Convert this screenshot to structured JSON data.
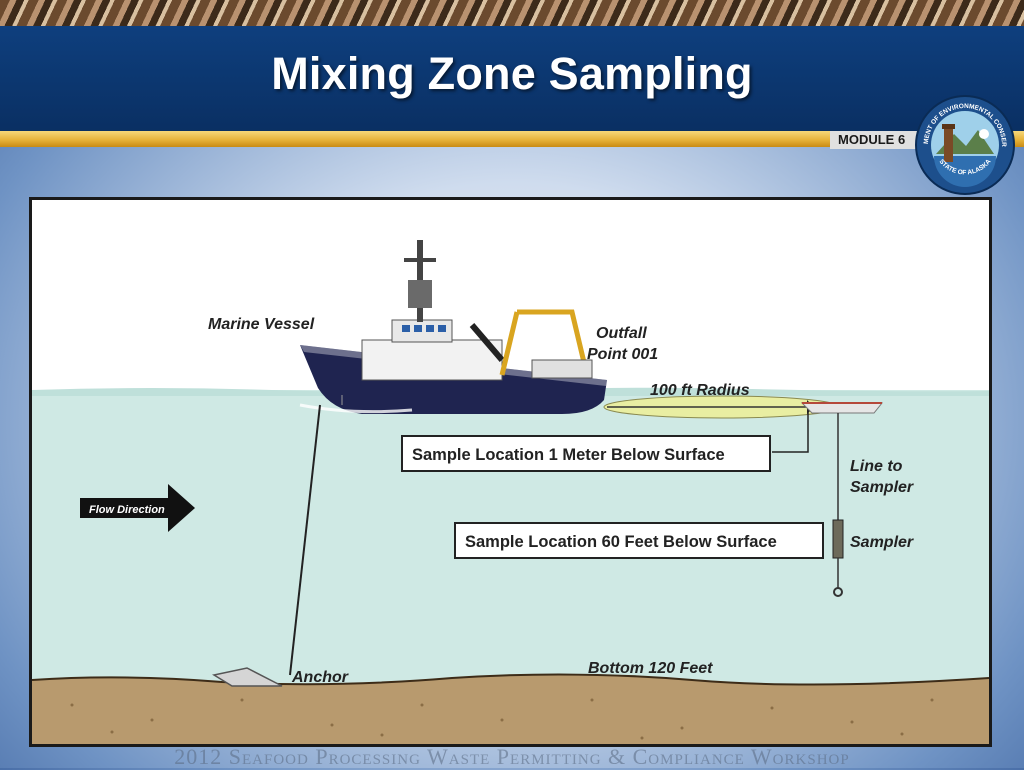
{
  "header": {
    "title": "Mixing Zone Sampling",
    "module_label": "MODULE 6"
  },
  "seal": {
    "ring_text": "DEPARTMENT OF ENVIRONMENTAL CONSERVATION",
    "bottom_text": "STATE OF ALASKA"
  },
  "diagram": {
    "labels": {
      "marine_vessel": "Marine Vessel",
      "outfall_line1": "Outfall",
      "outfall_line2": "Point 001",
      "radius": "100 ft Radius",
      "sample_1m": "Sample Location 1 Meter Below Surface",
      "sample_60ft": "Sample Location 60 Feet Below Surface",
      "line_to_line1": "Line to",
      "line_to_line2": "Sampler",
      "sampler": "Sampler",
      "flow_direction": "Flow Direction",
      "anchor": "Anchor",
      "bottom": "Bottom 120 Feet"
    },
    "colors": {
      "water": "#cfe9e4",
      "seabed": "#b89a6e",
      "hull": "#1f2450",
      "radius_zone": "#e9eea2"
    }
  },
  "footer": {
    "text": "2012 Seafood Processing Waste Permitting & Compliance Workshop"
  }
}
